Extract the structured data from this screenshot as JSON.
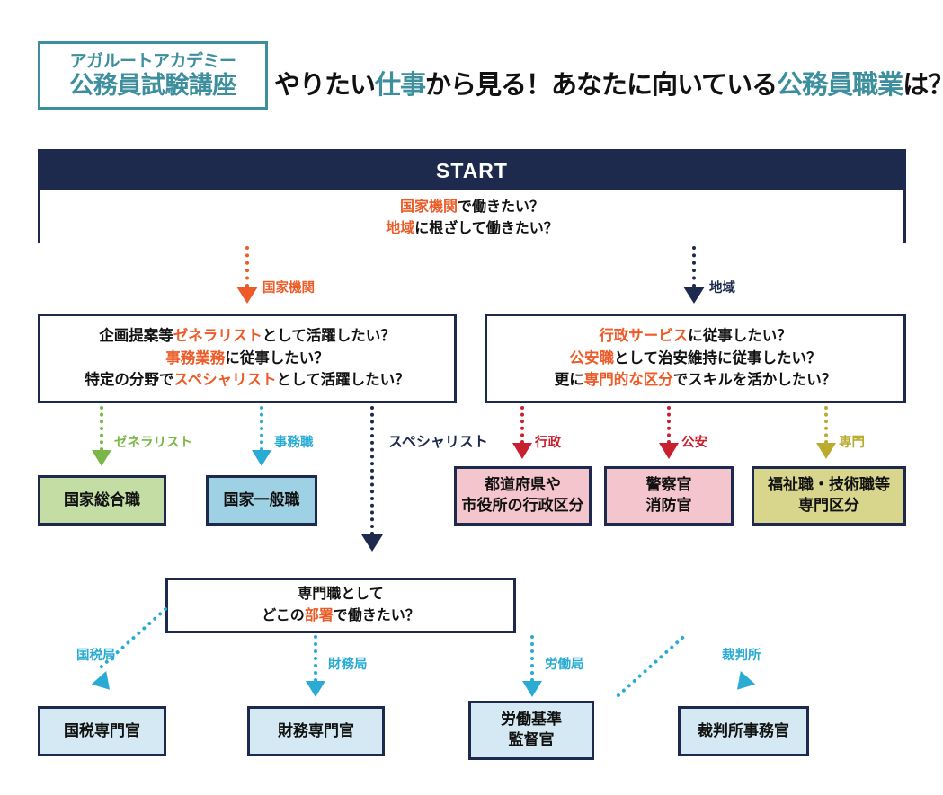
{
  "header": {
    "logo": {
      "line1": "アガルートアカデミー",
      "line2": "公務員試験講座",
      "color": "#3d8f9e"
    },
    "headline": {
      "part1": "やりたい",
      "accent1": "仕事",
      "part2": "から見る！あなたに向いている",
      "accent2": "公務員職業",
      "part3": "は？"
    }
  },
  "colors": {
    "navy": "#1d2a4d",
    "orange": "#ec5b28",
    "teal": "#3d8f9e",
    "green": "#7ab648",
    "blue": "#29ABD4",
    "crimson": "#c8202e",
    "olive": "#b8ab2e",
    "box_green": "#c3dda4",
    "box_blue": "#9ed1e3",
    "box_pink": "#f4c5cc",
    "box_khaki": "#d8d58d",
    "box_lightblue": "#d4e9f3"
  },
  "start": {
    "title": "START",
    "q1_accent": "国家機関",
    "q1_rest": "で働きたい？",
    "q2_accent": "地域",
    "q2_rest": "に根ざして働きたい？"
  },
  "branches": {
    "national": {
      "label": "国家機関",
      "color": "#ec5b28"
    },
    "regional": {
      "label": "地域",
      "color": "#1d2a4d"
    }
  },
  "question_left": {
    "line1_pre": "企画提案等",
    "line1_accent": "ゼネラリスト",
    "line1_post": "として活躍したい？",
    "line2_accent": "事務業務",
    "line2_post": "に従事したい？",
    "line3_pre": "特定の分野で",
    "line3_accent": "スペシャリスト",
    "line3_post": "として活躍したい？"
  },
  "question_right": {
    "line1_accent": "行政サービス",
    "line1_post": "に従事したい？",
    "line2_accent": "公安職",
    "line2_post": "として治安維持に従事したい？",
    "line3_pre": "更に",
    "line3_accent": "専門的な区分",
    "line3_post": "でスキルを活かしたい？"
  },
  "question_specialist": {
    "line1": "専門職として",
    "line2_pre": "どこの",
    "line2_accent": "部署",
    "line2_post": "で働きたい？"
  },
  "middle_paths": [
    {
      "label": "ゼネラリスト",
      "color": "#7ab648",
      "result": "国家総合職",
      "box_color": "#c3dda4"
    },
    {
      "label": "事務職",
      "color": "#29ABD4",
      "result": "国家一般職",
      "box_color": "#9ed1e3"
    },
    {
      "label": "スペシャリスト",
      "color": "#1d2a4d",
      "result": "",
      "box_color": ""
    },
    {
      "label": "行政",
      "color": "#c8202e",
      "result": "都道府県や\n市役所の行政区分",
      "box_color": "#f4c5cc"
    },
    {
      "label": "公安",
      "color": "#c8202e",
      "result": "警察官\n消防官",
      "box_color": "#f4c5cc"
    },
    {
      "label": "専門",
      "color": "#b8ab2e",
      "result": "福祉職・技術職等\n専門区分",
      "box_color": "#d8d58d"
    }
  ],
  "results_middle": {
    "sogo": "国家総合職",
    "ippan": "国家一般職",
    "gyosei_l1": "都道府県や",
    "gyosei_l2": "市役所の行政区分",
    "keisatsu_l1": "警察官",
    "keisatsu_l2": "消防官",
    "senmon_l1": "福祉職・技術職等",
    "senmon_l2": "専門区分"
  },
  "bottom_paths": [
    {
      "label": "国税局",
      "color": "#29ABD4",
      "result": "国税専門官"
    },
    {
      "label": "財務局",
      "color": "#29ABD4",
      "result": "財務専門官"
    },
    {
      "label": "労働局",
      "color": "#29ABD4",
      "result": "労働基準\n監督官"
    },
    {
      "label": "裁判所",
      "color": "#29ABD4",
      "result": "裁判所事務官"
    }
  ],
  "results_bottom": {
    "kokuzei": "国税専門官",
    "zaimu": "財務専門官",
    "roudou_l1": "労働基準",
    "roudou_l2": "監督官",
    "saiban": "裁判所事務官"
  }
}
